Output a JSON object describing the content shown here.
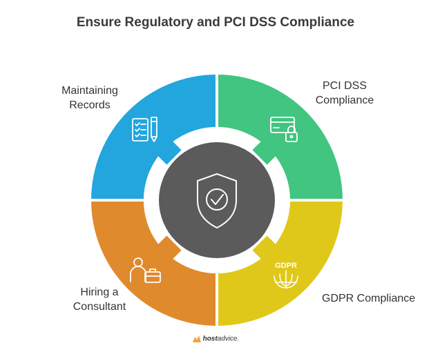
{
  "title": "Ensure Regulatory and PCI DSS Compliance",
  "segments": {
    "top_left": {
      "line1": "Maintaining",
      "line2": "Records",
      "color": "#22a6dd",
      "icon": "checklist-pen-icon"
    },
    "top_right": {
      "line1": "PCI DSS",
      "line2": "Compliance",
      "color": "#41c580",
      "icon": "card-lock-icon"
    },
    "bottom_left": {
      "line1": "Hiring a",
      "line2": "Consultant",
      "color": "#e08a2e",
      "icon": "person-briefcase-icon"
    },
    "bottom_right": {
      "line1": "GDPR Compliance",
      "color": "#e0c81a",
      "icon": "gdpr-globe-icon"
    }
  },
  "center": {
    "color": "#5b5b5b",
    "icon": "shield-check-icon"
  },
  "gdpr_icon_text": "GDPR",
  "brand": {
    "bold": "host",
    "light": "advice."
  }
}
